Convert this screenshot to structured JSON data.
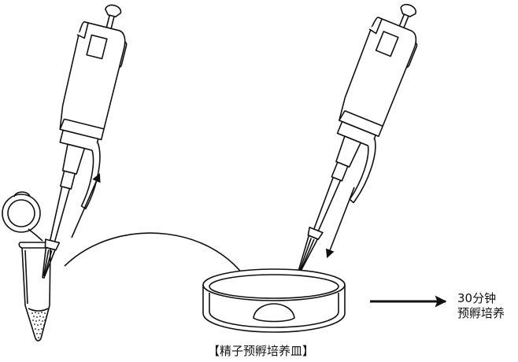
{
  "dish_label": "【精子预孵培养皿】",
  "incubation": {
    "line1": "30分钟",
    "line2": "预孵培养"
  },
  "colors": {
    "stroke": "#111111",
    "background": "#ffffff"
  },
  "icons": [
    "micropipette-icon",
    "centrifuge-tube-icon",
    "culture-dish-icon",
    "arrow-icon"
  ]
}
